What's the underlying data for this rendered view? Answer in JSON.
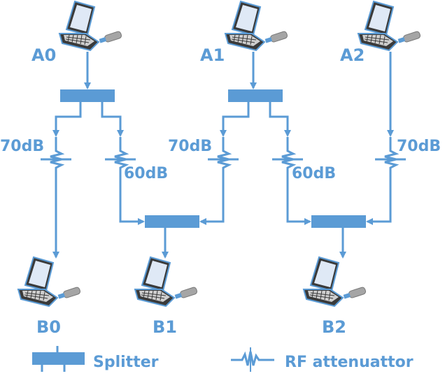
{
  "colors": {
    "accent": "#5b9bd5",
    "laptop_body": "#3a3a3a",
    "laptop_screen": "#d9e6f5",
    "usb": "#9a9a9a"
  },
  "nodes": {
    "senders": [
      {
        "id": "a0",
        "label": "A0"
      },
      {
        "id": "a1",
        "label": "A1"
      },
      {
        "id": "a2",
        "label": "A2"
      }
    ],
    "receivers": [
      {
        "id": "b0",
        "label": "B0"
      },
      {
        "id": "b1",
        "label": "B1"
      },
      {
        "id": "b2",
        "label": "B2"
      }
    ]
  },
  "attenuators": [
    {
      "id": "att-a0-b0",
      "label": "70dB"
    },
    {
      "id": "att-a0-b1",
      "label": "60dB"
    },
    {
      "id": "att-a1-b1",
      "label": "70dB"
    },
    {
      "id": "att-a1-b2",
      "label": "60dB"
    },
    {
      "id": "att-a2-b2",
      "label": "70dB"
    }
  ],
  "legend": {
    "splitter_label": "Splitter",
    "attenuator_label": "RF attenuattor"
  }
}
